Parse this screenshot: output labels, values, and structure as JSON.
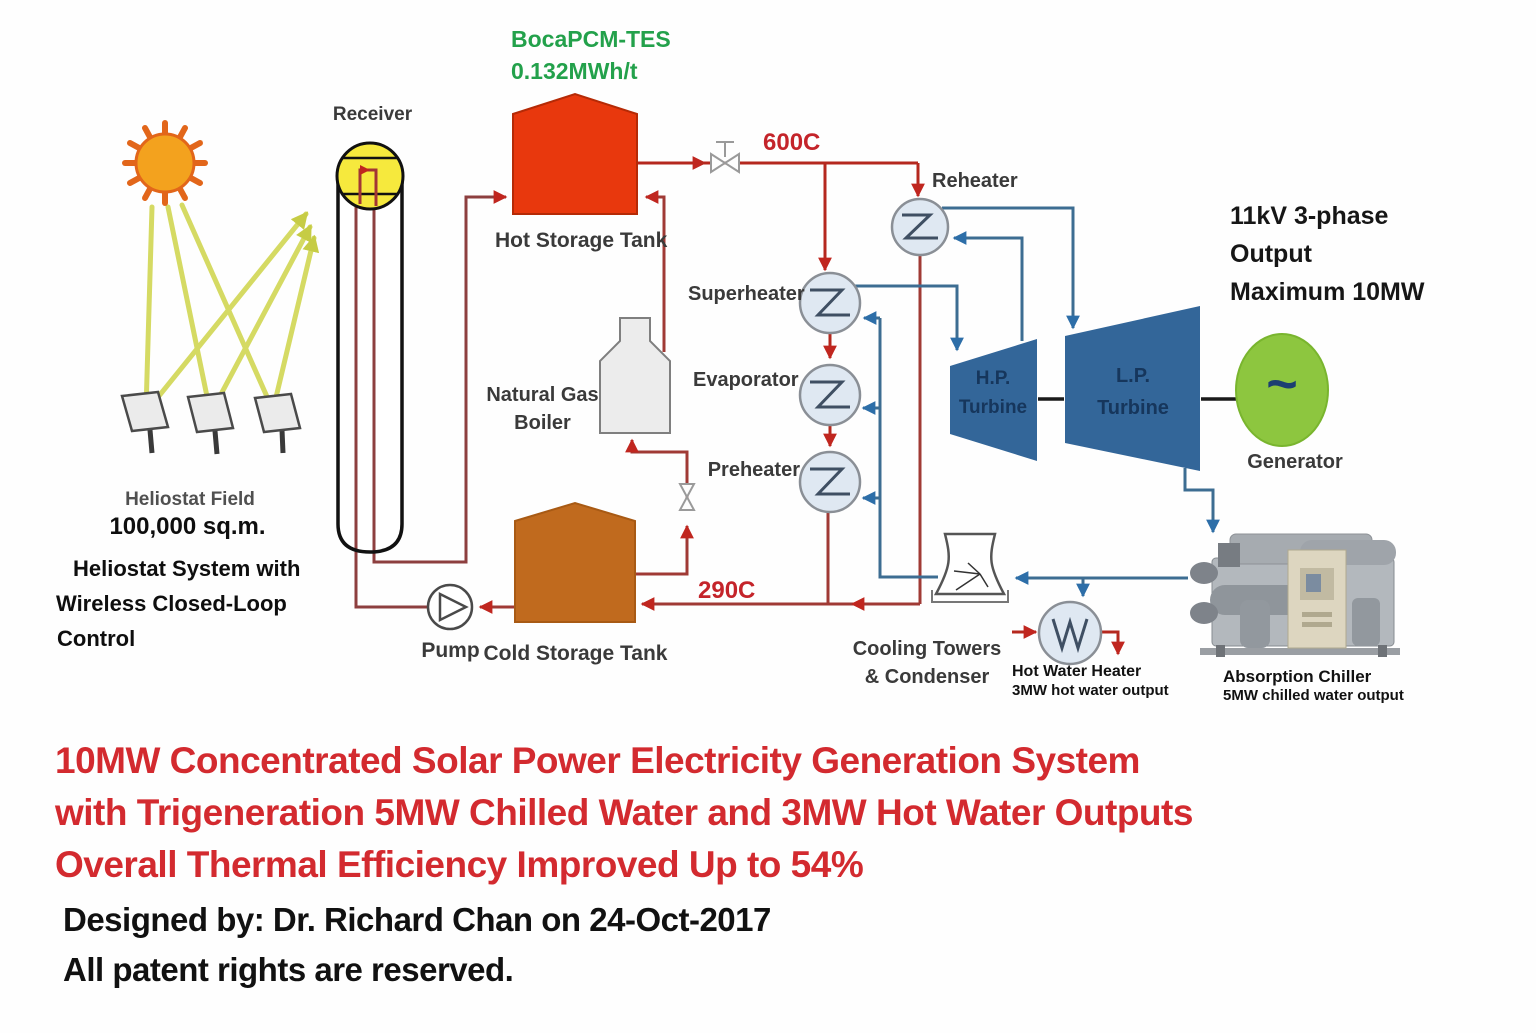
{
  "diagram": {
    "tes": {
      "line1": "BocaPCM-TES",
      "line2": "0.132MWh/t"
    },
    "receiver": "Receiver",
    "hot_tank": "Hot Storage Tank",
    "cold_tank": "Cold Storage Tank",
    "temp_hot": "600C",
    "temp_cold": "290C",
    "boiler": {
      "line1": "Natural Gas",
      "line2": "Boiler"
    },
    "pump": "Pump",
    "reheater": "Reheater",
    "superheater": "Superheater",
    "evaporator": "Evaporator",
    "preheater": "Preheater",
    "hp_turbine": {
      "line1": "H.P.",
      "line2": "Turbine"
    },
    "lp_turbine": {
      "line1": "L.P.",
      "line2": "Turbine"
    },
    "generator": {
      "symbol": "~",
      "label": "Generator"
    },
    "output": {
      "line1": "11kV 3-phase",
      "line2": "Output",
      "line3": "Maximum 10MW"
    },
    "cooling": {
      "line1": "Cooling Towers",
      "line2": "& Condenser"
    },
    "hot_water_heater": {
      "line1": "Hot Water Heater",
      "line2": "3MW hot water output"
    },
    "chiller": {
      "line1": "Absorption Chiller",
      "line2": "5MW chilled water output"
    },
    "heliostat": {
      "line1": "Heliostat Field",
      "line2": "100,000 sq.m.",
      "line3": "Heliostat System with",
      "line4": "Wireless Closed-Loop",
      "line5": "Control"
    }
  },
  "title": {
    "line1": "10MW Concentrated Solar Power Electricity Generation System",
    "line2": "with Trigeneration 5MW Chilled Water and 3MW Hot Water Outputs",
    "line3": "Overall Thermal Efficiency Improved Up to 54%"
  },
  "credits": {
    "line1": "Designed by: Dr. Richard Chan on 24-Oct-2017",
    "line2": "All patent rights are reserved."
  },
  "colors": {
    "hot_pipe": "#b5281e",
    "salt_loop_pipe": "#8d3f3f",
    "steam_pipe": "#3d6d92",
    "hot_tank": "#e8380d",
    "cold_tank": "#c06a1e",
    "turbine": "#336699",
    "generator": "#8dc63f",
    "receiver_ball": "#f6e93d",
    "sun": "#f3a21e",
    "beam": "#d5da63",
    "tes_text": "#23a14b",
    "temp_text": "#c4242a",
    "title_text": "#d32a2f"
  }
}
